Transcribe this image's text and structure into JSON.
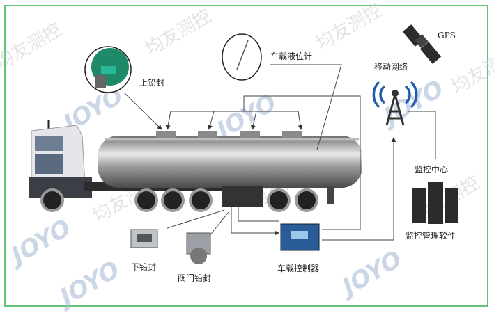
{
  "labels": {
    "upper_seal": "上铅封",
    "level_gauge": "车载液位计",
    "mobile_network": "移动网络",
    "gps": "GPS",
    "monitor_center": "监控中心",
    "monitor_software": "监控管理软件",
    "lower_seal": "下铅封",
    "valve_seal": "阀门铅封",
    "controller": "车载控制器"
  },
  "watermark": {
    "cn": "均友测控",
    "en": "JOYO"
  },
  "colors": {
    "border": "#2fae4a",
    "tower": "#1e5fa8",
    "seal_green": "#1f8a6a"
  }
}
